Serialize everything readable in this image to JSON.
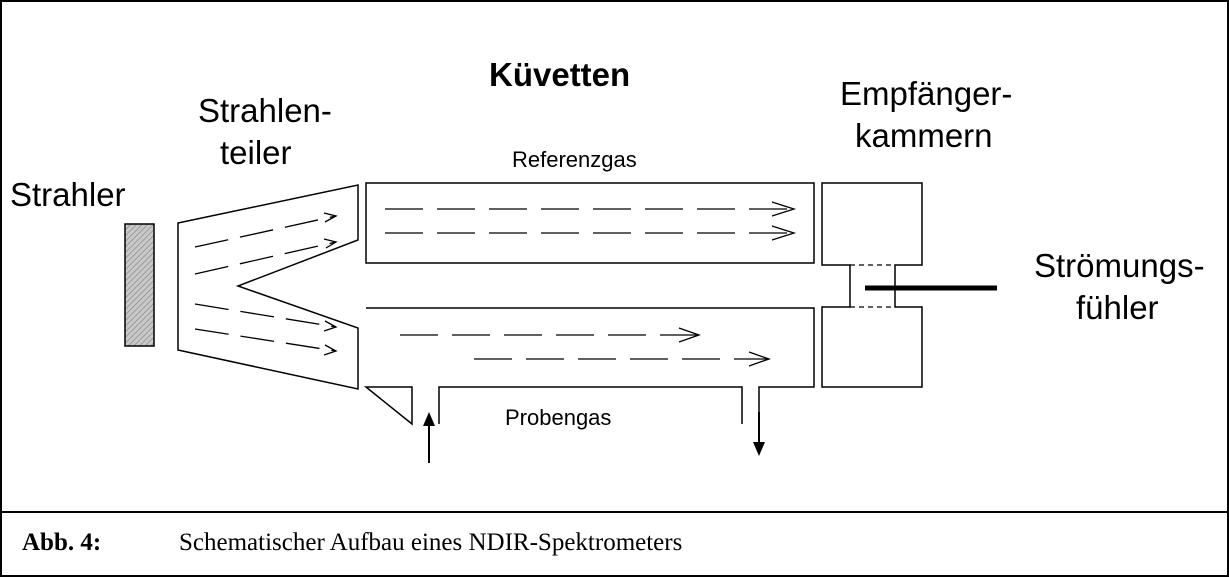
{
  "diagram": {
    "title": "Küvetten",
    "labels": {
      "strahler": "Strahler",
      "strahlenteiler_1": "Strahlen-",
      "strahlenteiler_2": "teiler",
      "empfaenger_1": "Empfänger-",
      "empfaenger_2": "kammern",
      "stroemung_1": "Strömungs-",
      "stroemung_2": "fühler",
      "referenzgas": "Referenzgas",
      "probengas": "Probengas"
    }
  },
  "caption": {
    "label": "Abb. 4:",
    "text": "Schematischer Aufbau eines NDIR-Spektrometers"
  },
  "colors": {
    "line": "#000000",
    "source_fill": "#b5b5b5"
  }
}
